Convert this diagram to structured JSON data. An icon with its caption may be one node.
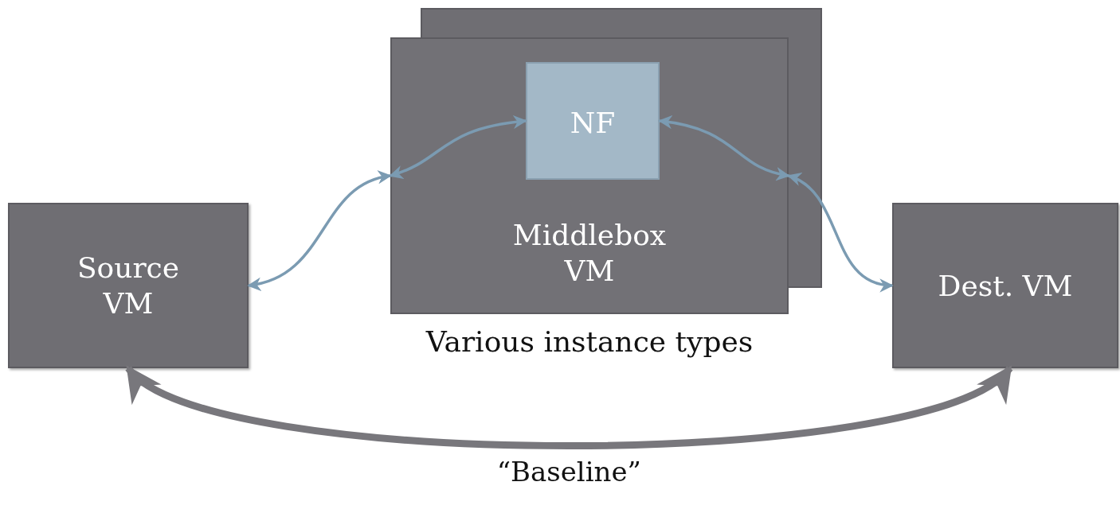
{
  "diagram": {
    "nodes": [
      {
        "text": [
          "Source VM"
        ]
      },
      {
        "text": [
          "Middlebox VM"
        ],
        "beside": [
          "Various instance types"
        ]
      },
      {
        "text": [
          "NF"
        ],
        "in": 1
      },
      {
        "text": [
          "Dest. VM"
        ]
      }
    ],
    "edges": [
      {
        "from": 0,
        "to": 1,
        "arrow": "both"
      },
      {
        "from": 1,
        "to": 2,
        "arrow": "both"
      },
      {
        "from": 2,
        "to": 1,
        "arrow": "both"
      },
      {
        "from": 1,
        "to": 3,
        "arrow": "both"
      },
      {
        "from": 0,
        "to": 3,
        "arrow": "both",
        "label": "“Baseline”",
        "style": "thick",
        "color": "#78777c"
      }
    ]
  }
}
